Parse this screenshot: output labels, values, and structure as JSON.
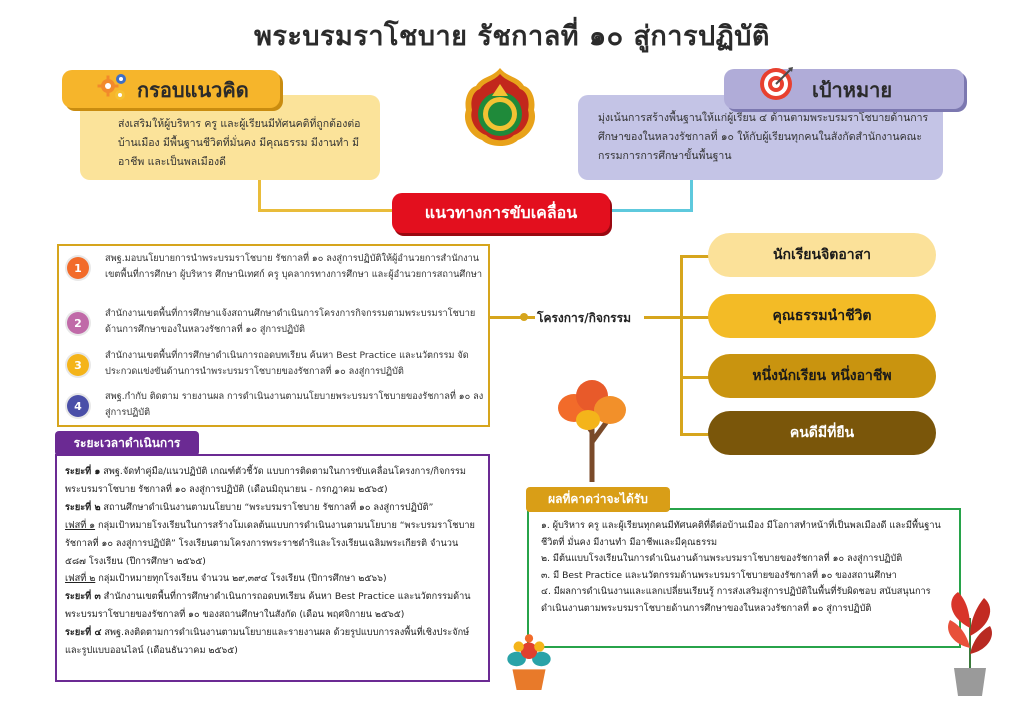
{
  "title": "พระบรมราโชบาย รัชกาลที่ ๑๐ สู่การปฏิบัติ",
  "concept": {
    "label": "กรอบแนวคิด",
    "icon": "gears-icon",
    "text": "ส่งเสริมให้ผู้บริหาร ครู และผู้เรียนมีทัศนคติที่ถูกต้องต่อบ้านเมือง มีพื้นฐานชีวิตที่มั่นคง มีคุณธรรม มีงานทำ มีอาชีพ และเป็นพลเมืองดี",
    "color": "#fbe39a"
  },
  "goal": {
    "label": "เป้าหมาย",
    "icon": "target-icon",
    "text": "มุ่งเน้นการสร้างพื้นฐานให้แก่ผู้เรียน ๔ ด้านตามพระบรมราโชบายด้านการศึกษาของในหลวงรัชกาลที่ ๑๐ ให้กับผู้เรียนทุกคนในสังกัดสำนักงานคณะกรรมการการศึกษาขั้นพื้นฐาน",
    "color": "#c4c4e6"
  },
  "approach_label": "แนวทางการขับเคลื่อน",
  "strategies": [
    {
      "num": "1",
      "color": "#f26b2a",
      "text": "สพฐ.มอบนโยบายการนำพระบรมราโชบาย รัชกาลที่ ๑๐ ลงสู่การปฏิบัติให้ผู้อำนวยการสำนักงานเขตพื้นที่การศึกษา ผู้บริหาร ศึกษานิเทศก์ ครู บุคลากรทางการศึกษา และผู้อำนวยการสถานศึกษา"
    },
    {
      "num": "2",
      "color": "#c06aa8",
      "text": "สำนักงานเขตพื้นที่การศึกษาแจ้งสถานศึกษาดำเนินการโครงการกิจกรรมตามพระบรมราโชบายด้านการศึกษาของในหลวงรัชกาลที่ ๑๐ สู่การปฏิบัติ"
    },
    {
      "num": "3",
      "color": "#f4b41a",
      "text": "สำนักงานเขตพื้นที่การศึกษาดำเนินการถอดบทเรียน ค้นหา Best Practice และนวัตกรรม จัดประกวดแข่งขันด้านการนำพระบรมราโชบายของรัชกาลที่ ๑๐ ลงสู่การปฏิบัติ"
    },
    {
      "num": "4",
      "color": "#4a4fa8",
      "text": "สพฐ.กำกับ ติดตาม รายงานผล การดำเนินงานตามนโยบายพระบรมราโชบายของรัชกาลที่ ๑๐ ลงสู่การปฏิบัติ"
    }
  ],
  "projects_label": "โครงการ/กิจกรรม",
  "outcomes": [
    {
      "label": "นักเรียนจิตอาสา",
      "color": "#fbe199"
    },
    {
      "label": "คุณธรรมนำชีวิต",
      "color": "#f3bb26"
    },
    {
      "label": "หนึ่งนักเรียน หนึ่งอาชีพ",
      "color": "#c9940f"
    },
    {
      "label": "คนดีมีที่ยืน",
      "color": "#7a560a"
    }
  ],
  "timeline": {
    "label": "ระยะเวลาดำเนินการ",
    "phases": [
      {
        "head": "ระยะที่ ๑",
        "text": "สพฐ.จัดทำคู่มือ/แนวปฏิบัติ เกณฑ์ตัวชี้วัด แบบการติดตามในการขับเคลื่อนโครงการ/กิจกรรมพระบรมราโชบาย รัชกาลที่ ๑๐ ลงสู่การปฏิบัติ (เดือนมิถุนายน - กรกฎาคม ๒๕๖๕)"
      },
      {
        "head": "ระยะที่ ๒",
        "text": "สถานศึกษาดำเนินงานตามนโยบาย “พระบรมราโชบาย รัชกาลที่ ๑๐ ลงสู่การปฏิบัติ”"
      },
      {
        "head": "เฟสที่ ๑",
        "text": "กลุ่มเป้าหมายโรงเรียนในการสร้างโมเดลต้นแบบการดำเนินงานตามนโยบาย “พระบรมราโชบาย รัชกาลที่ ๑๐ ลงสู่การปฏิบัติ” โรงเรียนตามโครงการพระราชดำริและโรงเรียนเฉลิมพระเกียรติ จำนวน ๕๘๗ โรงเรียน (ปีการศึกษา ๒๕๖๕)"
      },
      {
        "head": "เฟสที่ ๒",
        "text": "กลุ่มเป้าหมายทุกโรงเรียน จำนวน ๒๙,๓๙๔ โรงเรียน (ปีการศึกษา ๒๕๖๖)"
      },
      {
        "head": "ระยะที่ ๓",
        "text": "สำนักงานเขตพื้นที่การศึกษาดำเนินการถอดบทเรียน ค้นหา Best Practice และนวัตกรรมด้านพระบรมราโชบายของรัชกาลที่ ๑๐ ของสถานศึกษาในสังกัด (เดือน พฤศจิกายน ๒๕๖๕)"
      },
      {
        "head": "ระยะที่ ๔",
        "text": "สพฐ.ลงติดตามการดำเนินงานตามนโยบายและรายงานผล ด้วยรูปแบบการลงพื้นที่เชิงประจักษ์ และรูปแบบออนไลน์ (เดือนธันวาคม ๒๕๖๕)"
      }
    ]
  },
  "results": {
    "label": "ผลที่คาดว่าจะได้รับ",
    "items": [
      "๑. ผู้บริหาร ครู และผู้เรียนทุกคนมีทัศนคติที่ดีต่อบ้านเมือง มีโอกาสทำหน้าที่เป็นพลเมืองดี และมีพื้นฐานชีวิตที่ มั่นคง มีงานทำ มีอาชีพและมีคุณธรรม",
      "๒. มีต้นแบบโรงเรียนในการดำเนินงานด้านพระบรมราโชบายของรัชกาลที่ ๑๐ ลงสู่การปฏิบัติ",
      "๓. มี Best Practice และนวัตกรรมด้านพระบรมราโชบายของรัชกาลที่ ๑๐ ของสถานศึกษา",
      "๔. มีผลการดำเนินงานและแลกเปลี่ยนเรียนรู้ การส่งเสริมสู่การปฏิบัติในพื้นที่รับผิดชอบ สนับสนุนการดำเนินงานตามพระบรมราโชบายด้านการศึกษาของในหลวงรัชกาลที่ ๑๐ สู่การปฏิบัติ"
    ]
  }
}
